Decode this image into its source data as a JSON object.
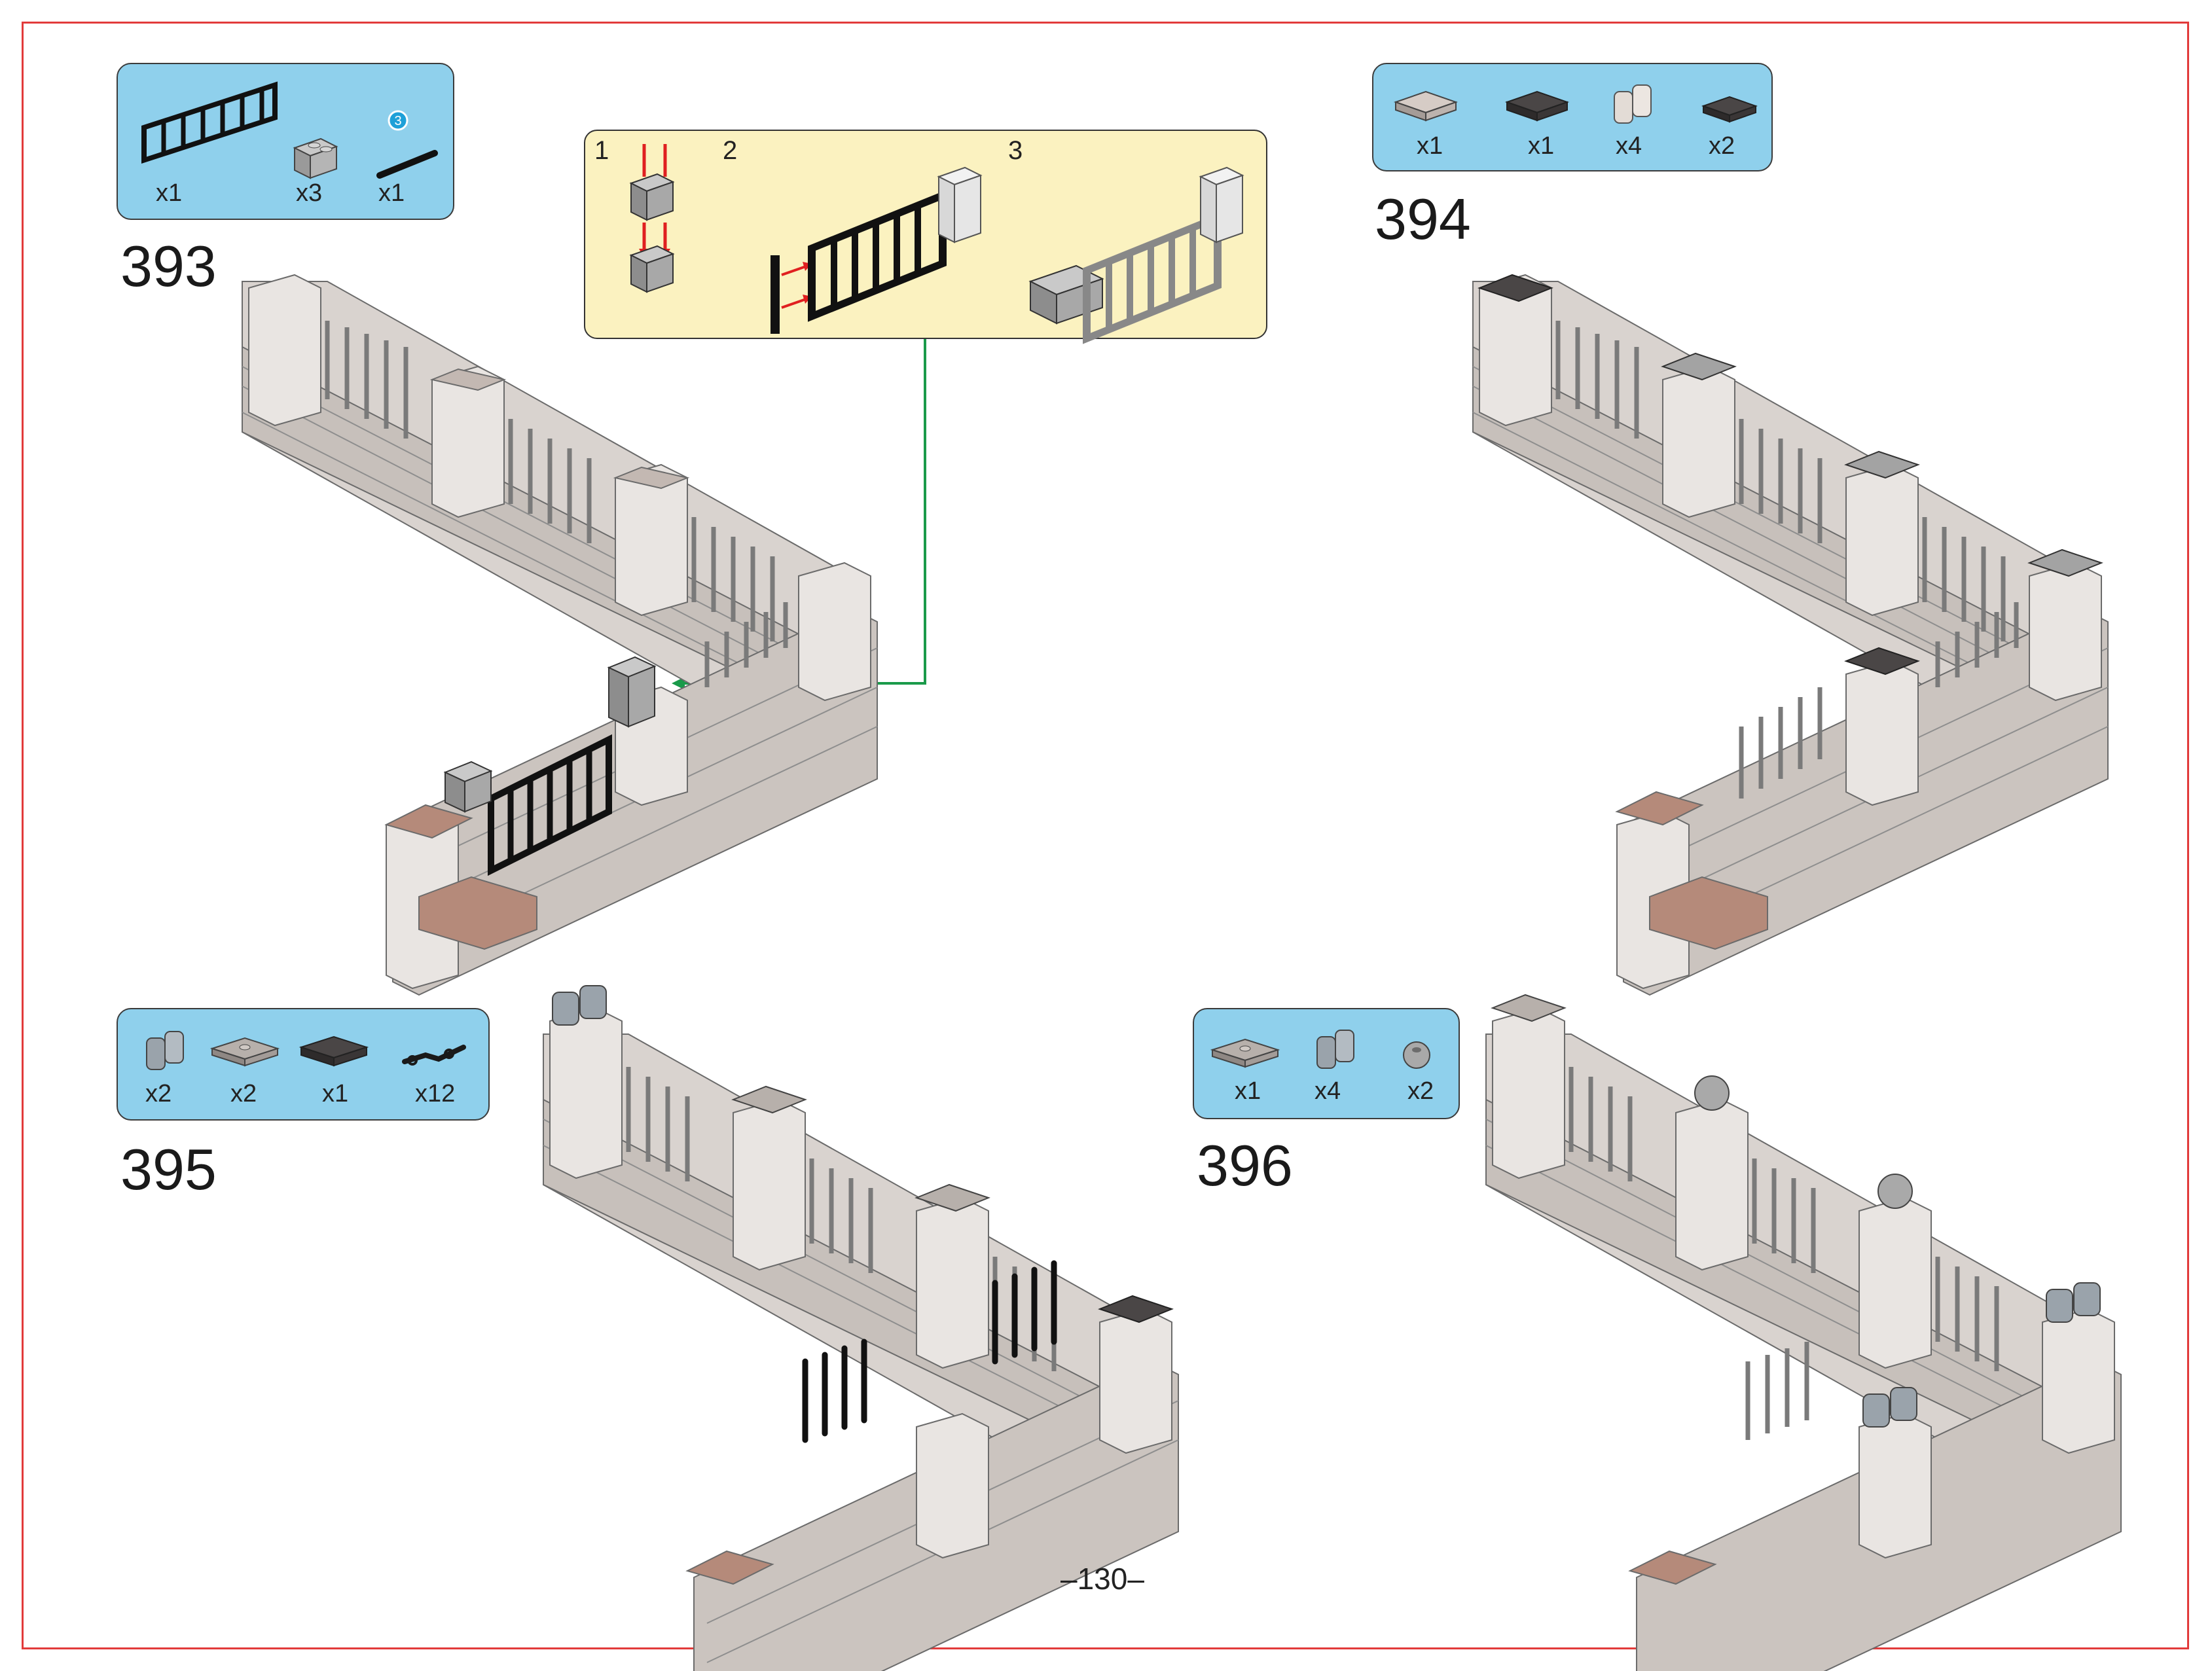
{
  "page": {
    "number": "–130–"
  },
  "colors": {
    "frame": "#e23b3b",
    "parts_box": "#8fd0ec",
    "callout": "#fbf2c0",
    "arrow": "#e02020",
    "connector": "#1a9a4a"
  },
  "steps": [
    {
      "number": "393",
      "parts": [
        {
          "qty": "x1",
          "icon": "black-fence-panel-icon"
        },
        {
          "qty": "x3",
          "icon": "grey-brick-clip-icon"
        },
        {
          "qty": "x1",
          "icon": "black-bar-icon",
          "badge": "3"
        }
      ]
    },
    {
      "number": "394",
      "parts": [
        {
          "qty": "x1",
          "icon": "light-grey-plate-2x2-icon"
        },
        {
          "qty": "x1",
          "icon": "dark-plate-2x2-icon"
        },
        {
          "qty": "x4",
          "icon": "round-brick-icon"
        },
        {
          "qty": "x2",
          "icon": "dark-plate-1x2-icon"
        }
      ]
    },
    {
      "number": "395",
      "parts": [
        {
          "qty": "x2",
          "icon": "round-brick-icon"
        },
        {
          "qty": "x2",
          "icon": "tile-2x2-stud-icon"
        },
        {
          "qty": "x1",
          "icon": "dark-plate-2x2-icon"
        },
        {
          "qty": "x12",
          "icon": "spike-clip-icon"
        }
      ]
    },
    {
      "number": "396",
      "parts": [
        {
          "qty": "x1",
          "icon": "tile-2x2-stud-icon"
        },
        {
          "qty": "x4",
          "icon": "round-brick-icon"
        },
        {
          "qty": "x2",
          "icon": "round-dome-icon"
        }
      ]
    }
  ],
  "subassembly": {
    "steps": [
      "1",
      "2",
      "3"
    ]
  }
}
